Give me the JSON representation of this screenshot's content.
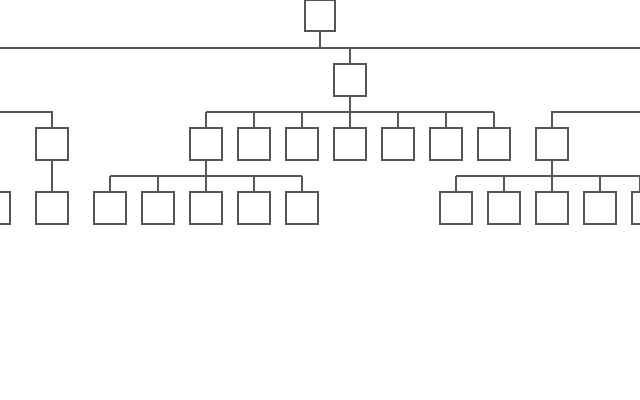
{
  "diagram": {
    "type": "org-chart",
    "labels_visible": false,
    "colors": {
      "background": "#ffffff",
      "line": "#555555",
      "node_fill": "#ffffff",
      "node_stroke": "#555555"
    },
    "nodes": [
      "root",
      "branch-center",
      "branch-left",
      "leaf-left-partial",
      "leaf-left-1",
      "center-child-1",
      "center-child-2",
      "center-child-3",
      "center-child-4",
      "center-child-5",
      "center-child-6",
      "center-child-7",
      "center-child-8",
      "grandchild-a1",
      "grandchild-a2",
      "grandchild-a3",
      "grandchild-a4",
      "grandchild-a5",
      "grandchild-b1",
      "grandchild-b2",
      "grandchild-b3",
      "grandchild-b4",
      "grandchild-b5-partial"
    ]
  }
}
